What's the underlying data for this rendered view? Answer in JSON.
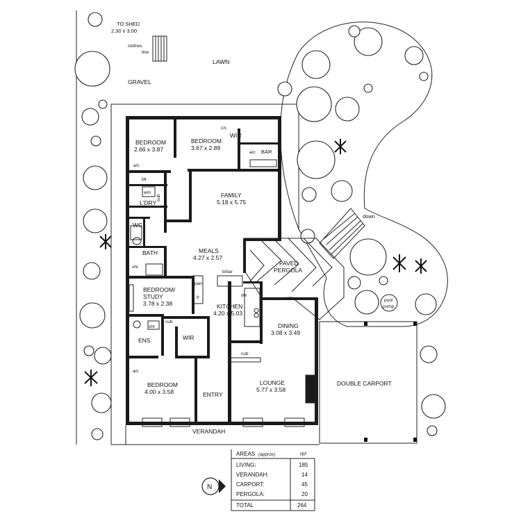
{
  "site": {
    "to_shed": "TO SHED",
    "shed_size": "2.30 x 3.00",
    "clothes_line_1": "clothes",
    "clothes_line_2": "line",
    "lawn": "LAWN",
    "gravel": "GRAVEL",
    "down": "down",
    "pool_pump_1": "pool",
    "pool_pump_2": "pump",
    "verandah": "VERANDAH",
    "double_carport": "DOUBLE CARPORT",
    "paved_pergola_1": "PAVED",
    "paved_pergola_2": "PERGOLA"
  },
  "rooms": {
    "bedroom_nw_name": "BEDROOM",
    "bedroom_nw_size": "2.66 x 3.87",
    "bedroom_n_name": "BEDROOM",
    "bedroom_n_size": "3.67 x 2.89",
    "family_name": "FAMILY",
    "family_size": "5.18 x 5.75",
    "meals_name": "MEALS",
    "meals_size": "4.27 x 2.57",
    "study_name_1": "BEDROOM/",
    "study_name_2": "STUDY",
    "study_size": "3.78 x 2.38",
    "kitchen_name": "KITCHEN",
    "kitchen_size": "4.20 x 5.03",
    "dining_name": "DINING",
    "dining_size": "3.08 x 3.49",
    "bedroom_s_name": "BEDROOM",
    "bedroom_s_size": "4.00 x 3.58",
    "lounge_name": "LOUNGE",
    "lounge_size": "5.77 x 3.58",
    "entry": "ENTRY",
    "laundry": "L'DRY",
    "wc": "WC",
    "bath": "BATH",
    "ens": "ENS",
    "wir_n": "WIR",
    "wir_s": "WIR"
  },
  "fixtures": {
    "ac": "a/c",
    "cc": "c/c",
    "bar": "BAR",
    "blr": "blr",
    "wm": "wm",
    "cub": "cub",
    "shr": "shr",
    "pan": "pan",
    "fr": "fr",
    "bbar": "b/bar",
    "dw": "dw"
  },
  "areas": {
    "title": "AREAS",
    "approx": "(approx)",
    "unit": "m²",
    "rows": [
      {
        "label": "LIVING:",
        "value": "185"
      },
      {
        "label": "VERANDAH:",
        "value": "14"
      },
      {
        "label": "CARPORT:",
        "value": "45"
      },
      {
        "label": "PERGOLA:",
        "value": "20"
      }
    ],
    "total_label": "TOTAL",
    "total_value": "264"
  },
  "north_label": "N"
}
